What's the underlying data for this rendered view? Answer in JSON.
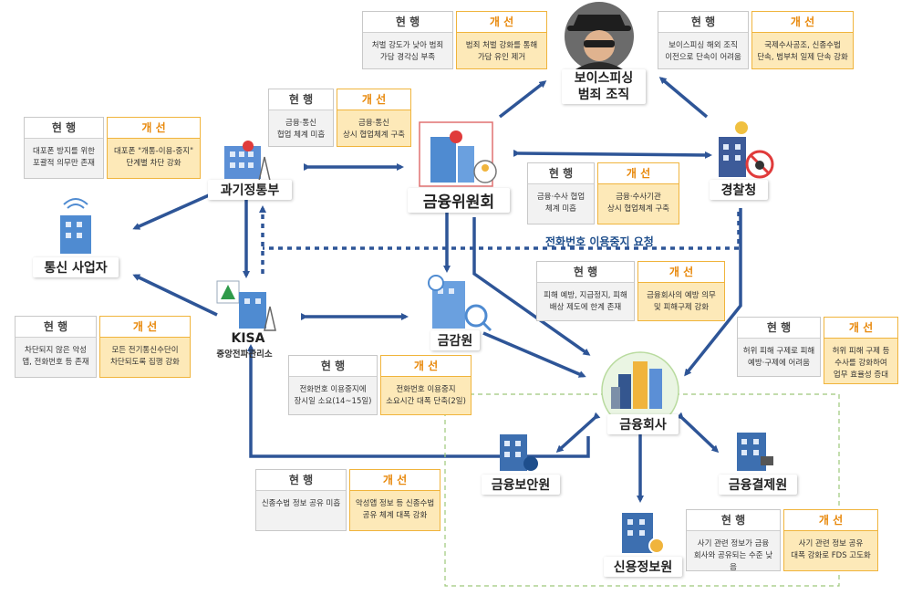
{
  "nodes": {
    "voice_phishing": "보이스피싱\n범죄 조직",
    "fsc": "금융위원회",
    "msit": "과기정통부",
    "police": "경찰청",
    "telecom": "통신 사업자",
    "kisa": "KISA",
    "kisa_sub": "중앙전파관리소",
    "fss": "금감원",
    "fin_company": "금융회사",
    "fsi": "금융보안원",
    "kftc": "금융결제원",
    "kcis": "신용정보원"
  },
  "annotation": "전화번호 이용중지 요청",
  "callout_headers": {
    "current": "현 행",
    "improve": "개 선"
  },
  "callouts": [
    {
      "id": "punish",
      "current": "처벌 강도가 낮아 범죄\n가담 경각심 부족",
      "improve": "범죄 처벌 강화를 통해\n가담 유인 제거"
    },
    {
      "id": "overseas",
      "current": "보이스피싱 해외 조직\n이전으로 단속이 어려움",
      "improve": "국제수사공조, 신종수법\n단속, 범부처 일제 단속 강화"
    },
    {
      "id": "telecom_fin",
      "current": "금융·통신\n협업 체계 미흡",
      "improve": "금융·통신\n상시 협업체계 구축"
    },
    {
      "id": "burner",
      "current": "대포폰 방지를 위한\n포괄적 의무만 존재",
      "improve": "대포폰 \"개통-이용-중지\"\n단계별 차단 강화"
    },
    {
      "id": "fin_police",
      "current": "금융·수사 협업\n체계 미흡",
      "improve": "금융·수사기관\n상시 협업체계 구축"
    },
    {
      "id": "relief",
      "current": "피해 예방, 지급정지, 피해\n배상 제도에 한계 존재",
      "improve": "금융회사의 예방 의무\n및 피해구제 강화"
    },
    {
      "id": "malicious",
      "current": "차단되지 않은 악성\n앱, 전화번호 등 존재",
      "improve": "모든 전기통신수단이\n차단되도록 집행 강화"
    },
    {
      "id": "false_report",
      "current": "허위 피해 구제로 피해\n예방·구제에 어려움",
      "improve": "허위 피해 구제 등\n수사를 강화하여\n업무 효율성 증대"
    },
    {
      "id": "suspend_time",
      "current": "전화번호 이용중지에\n장시일 소요(14~15일)",
      "improve": "전화번호 이용중지\n소요시간 대폭 단축(2일)"
    },
    {
      "id": "new_method",
      "current": "신종수법 정보 공유 미흡",
      "improve": "악성앱 정보 등 신종수법\n공유 체계 대폭 강화"
    },
    {
      "id": "fds",
      "current": "사기 관련 정보가 금융\n회사와 공유되는 수준 낮음",
      "improve": "사기 관련 정보 공유\n대폭 강화로 FDS 고도화"
    }
  ],
  "colors": {
    "arrow": "#2e5597",
    "improve_fill": "#fde9b8",
    "improve_border": "#f0b43c",
    "current_fill": "#f2f2f2",
    "group_border": "#9dc77a"
  },
  "icons": [
    "hacker-icon",
    "government-building-icon",
    "police-station-icon",
    "telecom-building-icon",
    "kisa-building-icon",
    "fss-building-icon",
    "financial-city-icon",
    "security-building-icon",
    "payment-building-icon",
    "credit-info-building-icon"
  ]
}
